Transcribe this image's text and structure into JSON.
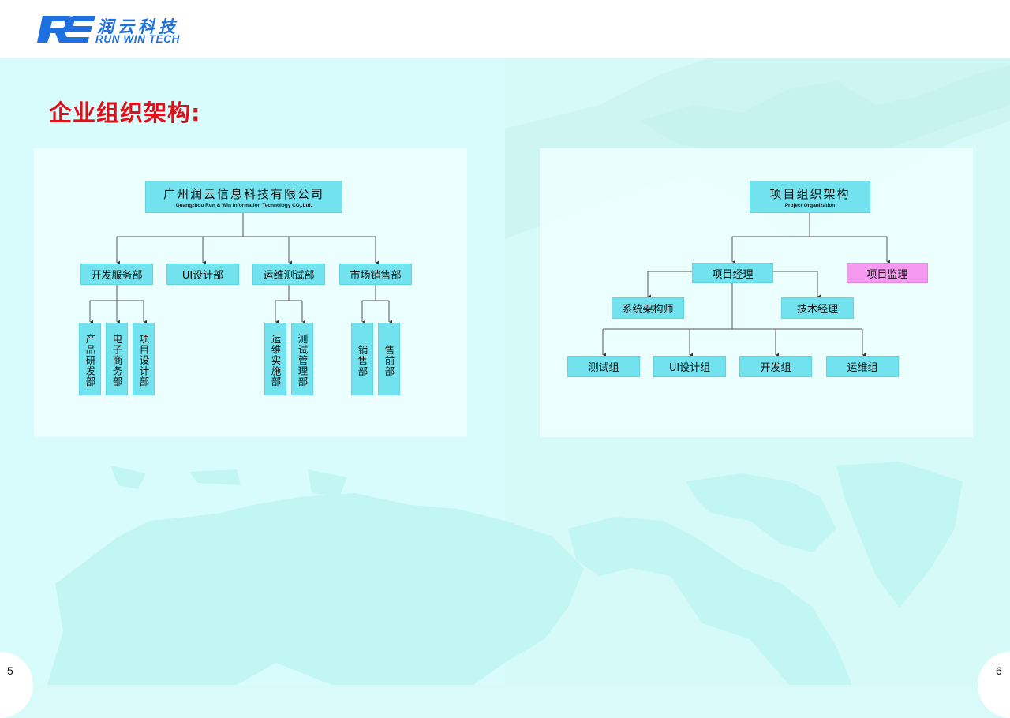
{
  "header": {
    "logo_mark": "RE",
    "company_cn": "润云科技",
    "company_en": "RUN WIN TECH",
    "brand_color": "#1e6fe0"
  },
  "left_page": {
    "title": "企业组织架构:",
    "title_color": "#e0101a",
    "page_number": "5",
    "org_chart": {
      "root": {
        "label": "广州润云信息科技有限公司",
        "sublabel": "Guangzhou Run & Win Information Technology CO,.Ltd."
      },
      "departments": [
        {
          "label": "开发服务部",
          "children": [
            "产品研发部",
            "电子商务部",
            "项目设计部"
          ]
        },
        {
          "label": "UI设计部",
          "children": []
        },
        {
          "label": "运维测试部",
          "children": [
            "运维实施部",
            "测试管理部"
          ]
        },
        {
          "label": "市场销售部",
          "children": [
            "销售部",
            "售前部"
          ]
        }
      ]
    }
  },
  "right_page": {
    "page_number": "6",
    "org_chart": {
      "root": {
        "label": "项目组织架构",
        "sublabel": "Project Organization"
      },
      "manager": {
        "label": "项目经理"
      },
      "supervisor": {
        "label": "项目监理",
        "color": "#f59af0"
      },
      "advisors": [
        {
          "label": "系统架构师"
        },
        {
          "label": "技术经理"
        }
      ],
      "groups": [
        {
          "label": "测试组"
        },
        {
          "label": "UI设计组"
        },
        {
          "label": "开发组"
        },
        {
          "label": "运维组"
        }
      ]
    }
  },
  "colors": {
    "node_fill": "#72e3ee",
    "background": "#d8fbfa",
    "panel": "#eefffe"
  }
}
